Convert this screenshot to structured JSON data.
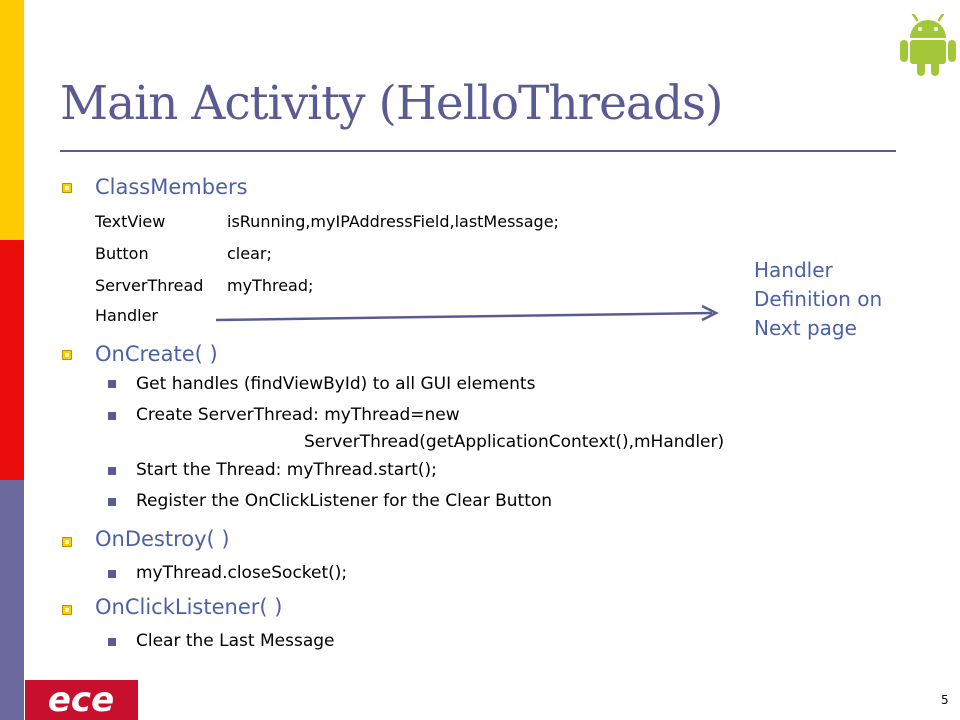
{
  "slide": {
    "title": "Main Activity (HelloThreads)",
    "page_number": "5",
    "colors": {
      "accent": "#5b5b94",
      "heading": "#4b61a5",
      "bar_yellow": "#fecc00",
      "bar_red": "#ea0b0b",
      "bar_purple": "#6a689c"
    }
  },
  "class_members": {
    "heading": "ClassMembers",
    "rows": [
      {
        "type": "TextView",
        "names": "isRunning,myIPAddressField,lastMessage;"
      },
      {
        "type": "Button",
        "names": "clear;"
      },
      {
        "type": "ServerThread",
        "names": "myThread;"
      },
      {
        "type": "Handler",
        "names": ""
      }
    ]
  },
  "on_create": {
    "heading": "OnCreate( )",
    "bullets": [
      "Get handles (findViewById) to all GUI elements",
      "Create ServerThread: myThread=new",
      "ServerThread(getApplicationContext(),mHandler)",
      "Start the Thread:  myThread.start();",
      "Register the OnClickListener for the Clear Button"
    ]
  },
  "on_destroy": {
    "heading": "OnDestroy( )",
    "bullets": [
      "myThread.closeSocket();"
    ]
  },
  "on_click": {
    "heading": "OnClickListener( )",
    "bullets": [
      "Clear the Last Message"
    ]
  },
  "note": {
    "lines": [
      "Handler",
      "Definition on",
      "Next page"
    ]
  },
  "icons": {
    "top_right": "android-robot-icon",
    "bottom_left": "ece-logo"
  },
  "logo_text": "ece"
}
